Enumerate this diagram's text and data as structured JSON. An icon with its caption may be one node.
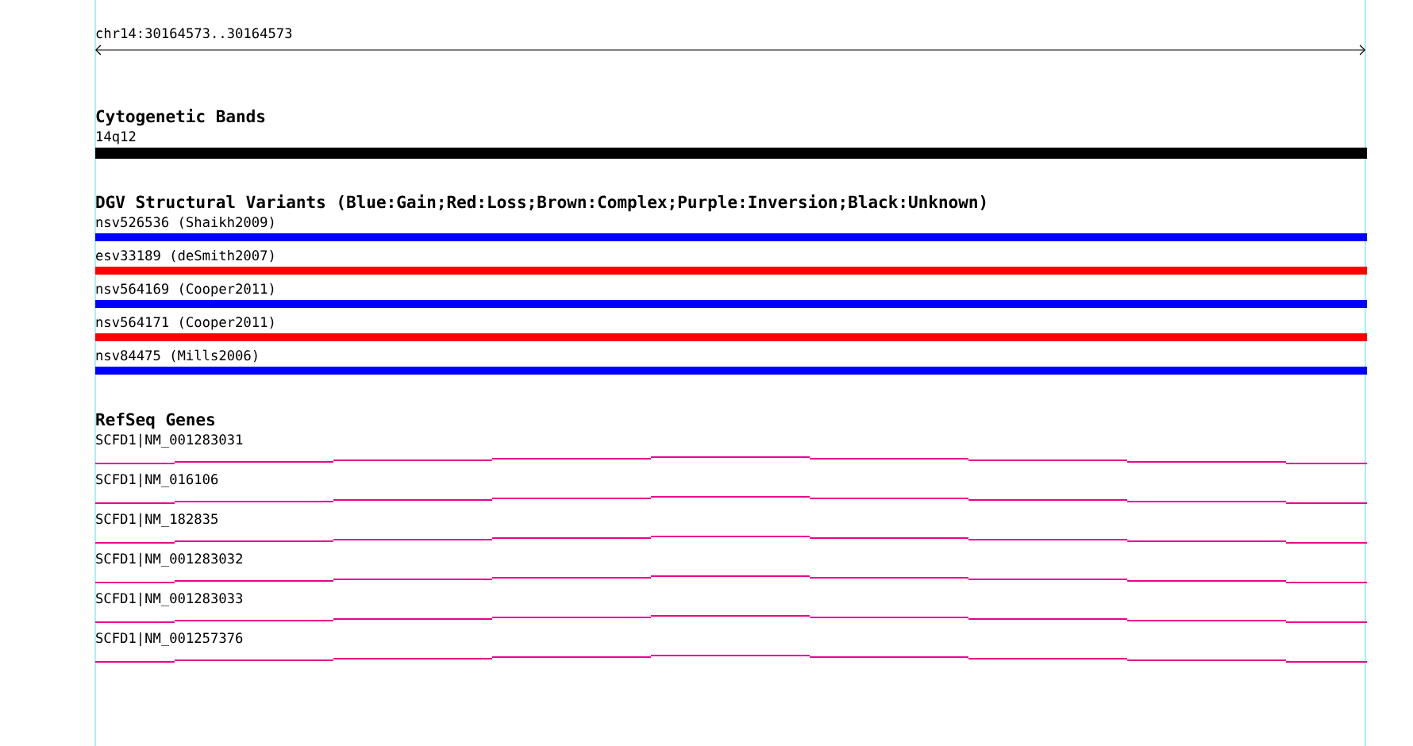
{
  "diagram": {
    "nodes": [
      {
        "text": [
          "14q12"
        ]
      },
      {
        "text": [
          "nsv526536 (Shaikh2009)"
        ]
      },
      {
        "text": [
          "esv33189 (deSmith2007)"
        ]
      },
      {
        "text": [
          "nsv564169 (Cooper2011)"
        ]
      },
      {
        "text": [
          "nsv564171 (Cooper2011)"
        ]
      },
      {
        "text": [
          "nsv84475 (Mills2006)"
        ]
      },
      {
        "text": [
          "SCFD1|NM_001283031"
        ]
      },
      {
        "text": [
          "SCFD1|NM_016106"
        ]
      },
      {
        "text": [
          "SCFD1|NM_182835"
        ]
      },
      {
        "text": [
          "SCFD1|NM_001283032"
        ]
      },
      {
        "text": [
          "SCFD1|NM_001283033"
        ]
      },
      {
        "text": [
          "SCFD1|NM_001257376"
        ]
      }
    ],
    "labels": [
      "chr14:30164573..30164573",
      "Cytogenetic Bands",
      "DGV Structural Variants (Blue:Gain;Red:Loss;Brown:Complex;Purple:Inversion;Black:Unknown)",
      "RefSeq Genes"
    ]
  }
}
